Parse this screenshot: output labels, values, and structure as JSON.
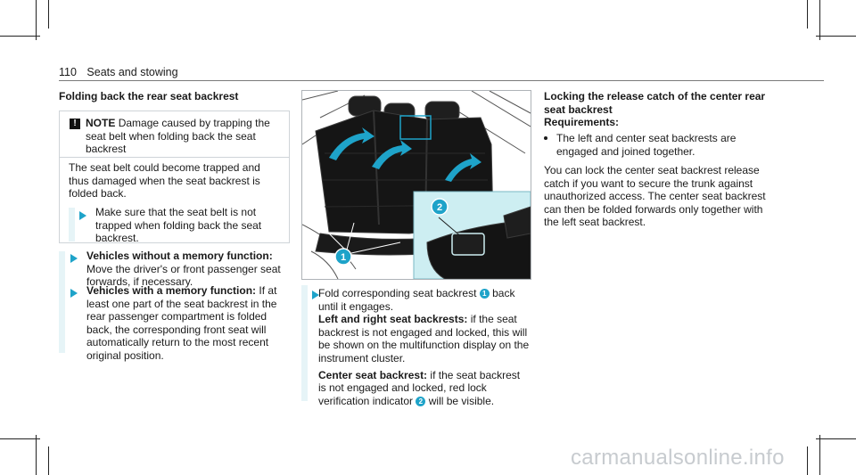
{
  "header": {
    "page_number": "110",
    "section": "Seats and stowing"
  },
  "left": {
    "title": "Folding back the rear seat backrest",
    "note": {
      "label": "NOTE",
      "text": "Damage caused by trapping the seat belt when folding back the seat backrest",
      "body": "The seat belt could become trapped and thus damaged when the seat backrest is folded back.",
      "action": "Make sure that the seat belt is not trapped when folding back the seat backrest."
    },
    "step1": {
      "bold": "Vehicles without a memory function:",
      "text": "Move the driver's or front passenger seat forwards, if necessary."
    },
    "step2": {
      "bold": "Vehicles with a memory function:",
      "text": "If at least one part of the seat backrest in the rear passenger compartment is folded back, the corresponding front seat will automatically return to the most recent original position."
    }
  },
  "middle": {
    "step_before": "Fold corresponding seat backrest",
    "callout1": "1",
    "step_after": "back until it engages.",
    "lr_bold": "Left and right seat backrests:",
    "lr_text": "if the seat backrest is not engaged and locked, this will be shown on the multifunction display on the instrument cluster.",
    "c_bold": "Center seat backrest:",
    "c_text_before": "if the seat backrest is not engaged and locked, red lock verification indicator",
    "callout2": "2",
    "c_text_after": "will be visible."
  },
  "right": {
    "title_line1": "Locking the release catch of the center rear",
    "title_line2": "seat backrest",
    "req_label": "Requirements:",
    "req_item": "The left and center seat backrests are engaged and joined together.",
    "body": "You can lock the center seat backrest release catch if you want to secure the trunk against unauthorized access. The center seat backrest can then be folded forwards only together with the left seat backrest."
  },
  "illustration": {
    "callout1": "1",
    "callout2": "2",
    "accent": "#1ea3c9",
    "inset_bg": "#cdeef2"
  },
  "watermark": "carmanualsonline.info"
}
